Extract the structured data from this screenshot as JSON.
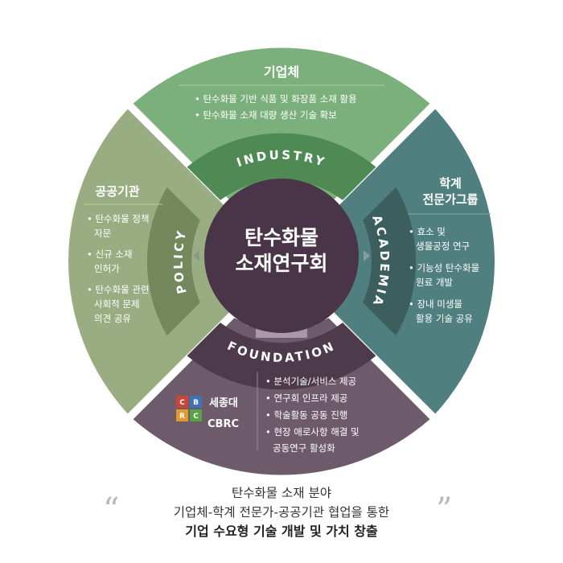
{
  "center": {
    "line1": "탄수화물",
    "line2": "소재연구회"
  },
  "ring": {
    "industry": "INDUSTRY",
    "academia": "ACADEMIA",
    "foundation": "FOUNDATION",
    "policy": "POLICY"
  },
  "sections": {
    "industry": {
      "title": "기업체",
      "bullets": [
        "• 탄수화물 기반 식품 및 화장품 소재 활용",
        "• 탄수화물 소재 대량 생산 기술 확보"
      ]
    },
    "academia": {
      "title_lines": [
        "학계",
        "전문가그룹"
      ],
      "bullets": [
        "• 효소 및",
        "생물공정 연구",
        "• 기능성 탄수화물",
        "원료 개발",
        "• 장내 미생물",
        "활용 기술 공유"
      ]
    },
    "policy": {
      "title": "공공기관",
      "bullets": [
        "• 탄수화물 정책",
        "자문",
        "• 신규 소재",
        "인허가",
        "• 탄수화물 관련",
        "사회적 문제",
        "의견 공유"
      ]
    },
    "foundation": {
      "logo_letters": [
        "C",
        "B",
        "R",
        "C"
      ],
      "org_name": "세종대",
      "org_abbr": "CBRC",
      "bullets": [
        "• 분석기술/서비스 제공",
        "• 연구회 인프라 제공",
        "• 학술활동 공동 진행",
        "• 현장 애로사항 해결 및",
        "공동연구 활성화"
      ]
    }
  },
  "caption": {
    "open_quote": "“",
    "close_quote": "”",
    "line1": "탄수화물 소재 분야",
    "line2": "기업체-학계 전문가-공공기관 협업을 통한",
    "line3": "기업 수요형 기술 개발 및 가치 창출"
  },
  "colors": {
    "industry": "#7bb07c",
    "academia": "#4f7f7e",
    "policy": "#9aad82",
    "foundation": "#6d5a6b",
    "center": "#4a3447",
    "ring_industry": "#4f8a55",
    "ring_academia": "#3c5f5e",
    "ring_policy": "#74875d",
    "ring_foundation": "#4d3a4b"
  }
}
